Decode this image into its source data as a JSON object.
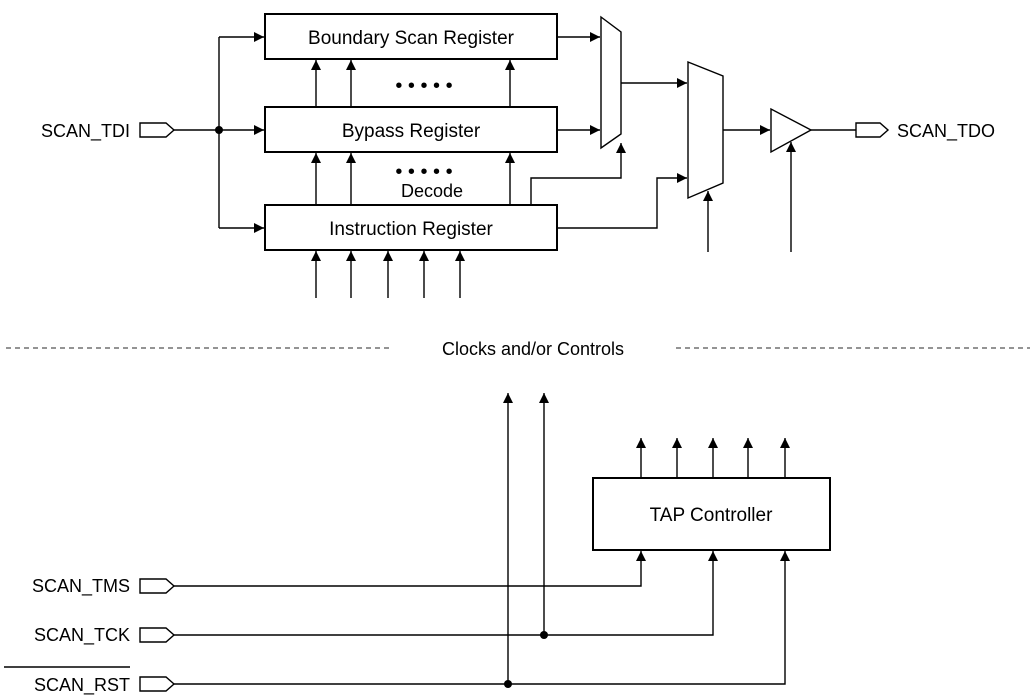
{
  "ports": {
    "tdi": "SCAN_TDI",
    "tdo": "SCAN_TDO",
    "tms": "SCAN_TMS",
    "tck": "SCAN_TCK",
    "rst": "SCAN_RST"
  },
  "blocks": {
    "boundary": "Boundary Scan Register",
    "bypass": "Bypass Register",
    "instruction": "Instruction Register",
    "tap": "TAP Controller"
  },
  "labels": {
    "decode": "Decode",
    "clocks": "Clocks and/or Controls",
    "ellipsis": "• • • • •"
  }
}
